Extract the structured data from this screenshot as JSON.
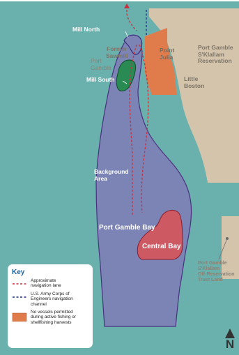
{
  "labels": {
    "mill_north": "Mill North",
    "former_sawmill": [
      "Former",
      "Sawmill"
    ],
    "port_gamble_town": [
      "Port",
      "Gamble"
    ],
    "mill_south": "Mill South",
    "point_julia": [
      "Point",
      "Julia"
    ],
    "reservation": [
      "Port Gamble",
      "S'Klallam",
      "Reservation"
    ],
    "little_boston": [
      "Little",
      "Boston"
    ],
    "background_area": [
      "Background",
      "Area"
    ],
    "port_gamble_bay": "Port Gamble Bay",
    "central_bay": "Central Bay",
    "trust_land": [
      "Port Gamble",
      "S'Klallam",
      "Off-Reservation",
      "Trust Land"
    ]
  },
  "key": {
    "title": "Key",
    "items": [
      {
        "symbol": "red-dashed-line",
        "color": "#c8313c",
        "text": [
          "Approximate",
          "navigation lane"
        ]
      },
      {
        "symbol": "blue-dashed-line",
        "color": "#1f2f8a",
        "text": [
          "U.S. Army Corps of",
          "Engineers navigation",
          "channel"
        ]
      },
      {
        "symbol": "orange-fill-box",
        "color": "#e07c4c",
        "text": [
          "No vessels permitted",
          "during active fishing or",
          "shellfishing harvests"
        ]
      }
    ]
  },
  "north_arrow": {
    "letter": "N",
    "icon": "north-arrow-icon"
  },
  "colors": {
    "water": "#6ab0ad",
    "land": "#d4c4ac",
    "bay": "#7b84b4",
    "mill_south": "#2a8a54",
    "restricted": "#e07c4c",
    "central_bay": "#cd5a63"
  }
}
